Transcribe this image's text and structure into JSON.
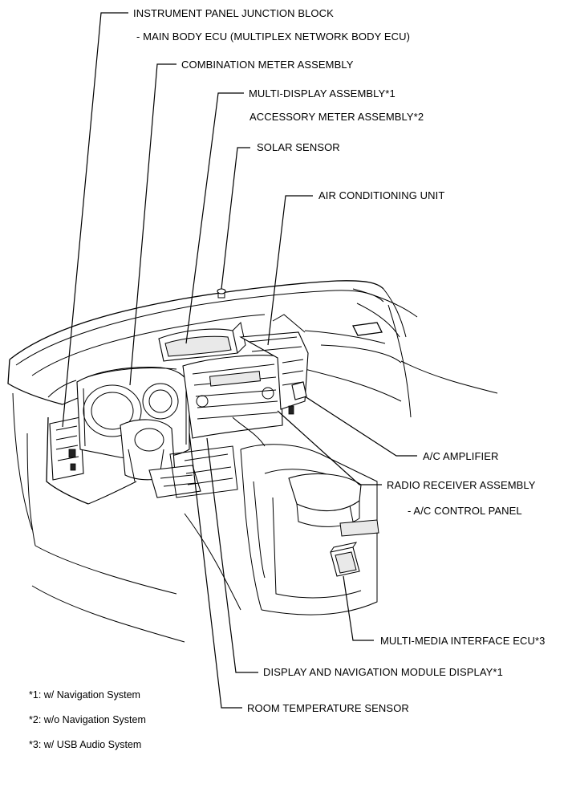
{
  "labels": {
    "instrument_panel_junction_block": "INSTRUMENT PANEL JUNCTION BLOCK",
    "main_body_ecu": "- MAIN BODY ECU (MULTIPLEX NETWORK BODY ECU)",
    "combination_meter_assembly": "COMBINATION METER ASSEMBLY",
    "multi_display_assembly": "MULTI-DISPLAY ASSEMBLY*1",
    "accessory_meter_assembly": "ACCESSORY METER ASSEMBLY*2",
    "solar_sensor": "SOLAR SENSOR",
    "air_conditioning_unit": "AIR CONDITIONING UNIT",
    "ac_amplifier": "A/C AMPLIFIER",
    "radio_receiver_assembly": "RADIO RECEIVER ASSEMBLY",
    "ac_control_panel": "- A/C CONTROL PANEL",
    "multi_media_interface_ecu": "MULTI-MEDIA INTERFACE ECU*3",
    "display_navigation_module": "DISPLAY AND NAVIGATION MODULE DISPLAY*1",
    "room_temperature_sensor": "ROOM TEMPERATURE SENSOR"
  },
  "footnotes": [
    "*1: w/ Navigation System",
    "*2: w/o Navigation System",
    "*3: w/ USB Audio System"
  ]
}
